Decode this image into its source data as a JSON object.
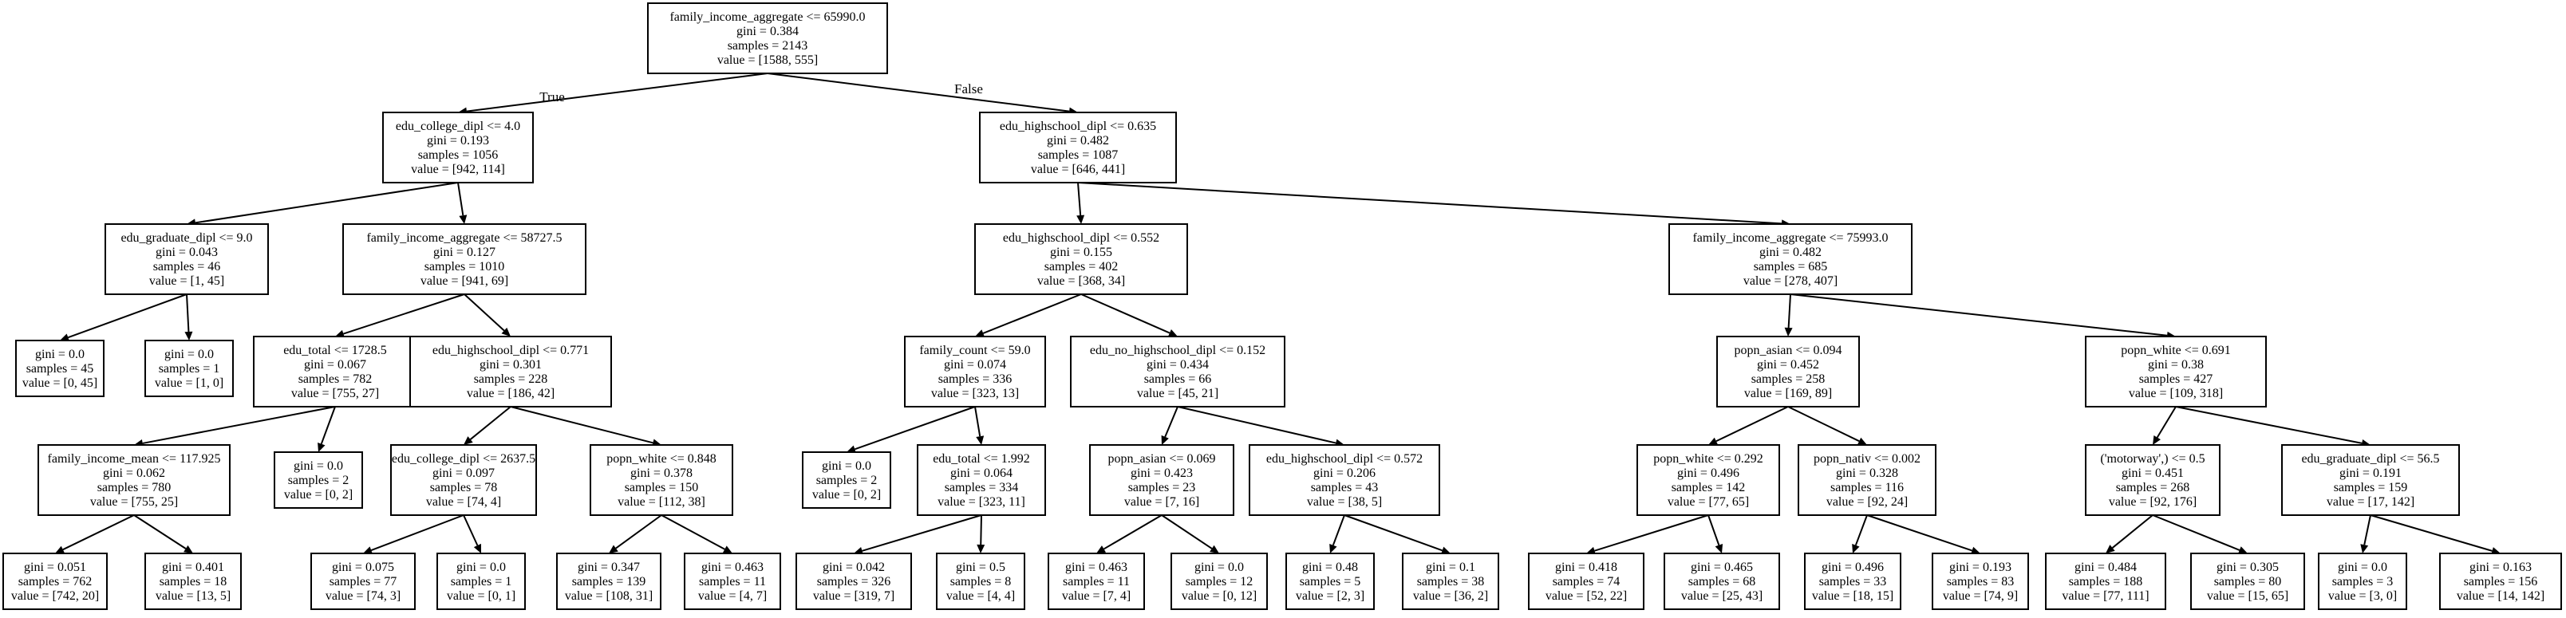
{
  "tree": {
    "edge_labels": {
      "true_label": "True",
      "false_label": "False"
    },
    "nodes": [
      {
        "id": "n0",
        "lines": [
          "family_income_aggregate <= 65990.0",
          "gini = 0.384",
          "samples = 2143",
          "value = [1588, 555]"
        ]
      },
      {
        "id": "n1",
        "lines": [
          "edu_college_dipl <= 4.0",
          "gini = 0.193",
          "samples = 1056",
          "value = [942, 114]"
        ]
      },
      {
        "id": "n2",
        "lines": [
          "edu_highschool_dipl <= 0.635",
          "gini = 0.482",
          "samples = 1087",
          "value = [646, 441]"
        ]
      },
      {
        "id": "n3",
        "lines": [
          "edu_graduate_dipl <= 9.0",
          "gini = 0.043",
          "samples = 46",
          "value = [1, 45]"
        ]
      },
      {
        "id": "n4",
        "lines": [
          "family_income_aggregate <= 58727.5",
          "gini = 0.127",
          "samples = 1010",
          "value = [941, 69]"
        ]
      },
      {
        "id": "n5",
        "lines": [
          "edu_highschool_dipl <= 0.552",
          "gini = 0.155",
          "samples = 402",
          "value = [368, 34]"
        ]
      },
      {
        "id": "n6",
        "lines": [
          "family_income_aggregate <= 75993.0",
          "gini = 0.482",
          "samples = 685",
          "value = [278, 407]"
        ]
      },
      {
        "id": "n7",
        "lines": [
          "gini = 0.0",
          "samples = 45",
          "value = [0, 45]"
        ]
      },
      {
        "id": "n8",
        "lines": [
          "gini = 0.0",
          "samples = 1",
          "value = [1, 0]"
        ]
      },
      {
        "id": "n9",
        "lines": [
          "edu_total <= 1728.5",
          "gini = 0.067",
          "samples = 782",
          "value = [755, 27]"
        ]
      },
      {
        "id": "n10",
        "lines": [
          "edu_highschool_dipl <= 0.771",
          "gini = 0.301",
          "samples = 228",
          "value = [186, 42]"
        ]
      },
      {
        "id": "n11",
        "lines": [
          "family_count <= 59.0",
          "gini = 0.074",
          "samples = 336",
          "value = [323, 13]"
        ]
      },
      {
        "id": "n12",
        "lines": [
          "edu_no_highschool_dipl <= 0.152",
          "gini = 0.434",
          "samples = 66",
          "value = [45, 21]"
        ]
      },
      {
        "id": "n13",
        "lines": [
          "popn_asian <= 0.094",
          "gini = 0.452",
          "samples = 258",
          "value = [169, 89]"
        ]
      },
      {
        "id": "n14",
        "lines": [
          "popn_white <= 0.691",
          "gini = 0.38",
          "samples = 427",
          "value = [109, 318]"
        ]
      },
      {
        "id": "n15",
        "lines": [
          "family_income_mean <= 117.925",
          "gini = 0.062",
          "samples = 780",
          "value = [755, 25]"
        ]
      },
      {
        "id": "n16",
        "lines": [
          "gini = 0.0",
          "samples = 2",
          "value = [0, 2]"
        ]
      },
      {
        "id": "n17",
        "lines": [
          "edu_college_dipl <= 2637.5",
          "gini = 0.097",
          "samples = 78",
          "value = [74, 4]"
        ]
      },
      {
        "id": "n18",
        "lines": [
          "popn_white <= 0.848",
          "gini = 0.378",
          "samples = 150",
          "value = [112, 38]"
        ]
      },
      {
        "id": "n19",
        "lines": [
          "gini = 0.0",
          "samples = 2",
          "value = [0, 2]"
        ]
      },
      {
        "id": "n20",
        "lines": [
          "edu_total <= 1.992",
          "gini = 0.064",
          "samples = 334",
          "value = [323, 11]"
        ]
      },
      {
        "id": "n21",
        "lines": [
          "popn_asian <= 0.069",
          "gini = 0.423",
          "samples = 23",
          "value = [7, 16]"
        ]
      },
      {
        "id": "n22",
        "lines": [
          "edu_highschool_dipl <= 0.572",
          "gini = 0.206",
          "samples = 43",
          "value = [38, 5]"
        ]
      },
      {
        "id": "n23",
        "lines": [
          "popn_white <= 0.292",
          "gini = 0.496",
          "samples = 142",
          "value = [77, 65]"
        ]
      },
      {
        "id": "n24",
        "lines": [
          "popn_nativ <= 0.002",
          "gini = 0.328",
          "samples = 116",
          "value = [92, 24]"
        ]
      },
      {
        "id": "n25",
        "lines": [
          "('motorway',) <= 0.5",
          "gini = 0.451",
          "samples = 268",
          "value = [92, 176]"
        ]
      },
      {
        "id": "n26",
        "lines": [
          "edu_graduate_dipl <= 56.5",
          "gini = 0.191",
          "samples = 159",
          "value = [17, 142]"
        ]
      },
      {
        "id": "n27",
        "lines": [
          "gini = 0.051",
          "samples = 762",
          "value = [742, 20]"
        ]
      },
      {
        "id": "n28",
        "lines": [
          "gini = 0.401",
          "samples = 18",
          "value = [13, 5]"
        ]
      },
      {
        "id": "n29",
        "lines": [
          "gini = 0.075",
          "samples = 77",
          "value = [74, 3]"
        ]
      },
      {
        "id": "n30",
        "lines": [
          "gini = 0.0",
          "samples = 1",
          "value = [0, 1]"
        ]
      },
      {
        "id": "n31",
        "lines": [
          "gini = 0.347",
          "samples = 139",
          "value = [108, 31]"
        ]
      },
      {
        "id": "n32",
        "lines": [
          "gini = 0.463",
          "samples = 11",
          "value = [4, 7]"
        ]
      },
      {
        "id": "n33",
        "lines": [
          "gini = 0.042",
          "samples = 326",
          "value = [319, 7]"
        ]
      },
      {
        "id": "n34",
        "lines": [
          "gini = 0.5",
          "samples = 8",
          "value = [4, 4]"
        ]
      },
      {
        "id": "n35",
        "lines": [
          "gini = 0.463",
          "samples = 11",
          "value = [7, 4]"
        ]
      },
      {
        "id": "n36",
        "lines": [
          "gini = 0.0",
          "samples = 12",
          "value = [0, 12]"
        ]
      },
      {
        "id": "n37",
        "lines": [
          "gini = 0.48",
          "samples = 5",
          "value = [2, 3]"
        ]
      },
      {
        "id": "n38",
        "lines": [
          "gini = 0.1",
          "samples = 38",
          "value = [36, 2]"
        ]
      },
      {
        "id": "n39",
        "lines": [
          "gini = 0.418",
          "samples = 74",
          "value = [52, 22]"
        ]
      },
      {
        "id": "n40",
        "lines": [
          "gini = 0.465",
          "samples = 68",
          "value = [25, 43]"
        ]
      },
      {
        "id": "n41",
        "lines": [
          "gini = 0.496",
          "samples = 33",
          "value = [18, 15]"
        ]
      },
      {
        "id": "n42",
        "lines": [
          "gini = 0.193",
          "samples = 83",
          "value = [74, 9]"
        ]
      },
      {
        "id": "n43",
        "lines": [
          "gini = 0.484",
          "samples = 188",
          "value = [77, 111]"
        ]
      },
      {
        "id": "n44",
        "lines": [
          "gini = 0.305",
          "samples = 80",
          "value = [15, 65]"
        ]
      },
      {
        "id": "n45",
        "lines": [
          "gini = 0.0",
          "samples = 3",
          "value = [3, 0]"
        ]
      },
      {
        "id": "n46",
        "lines": [
          "gini = 0.163",
          "samples = 156",
          "value = [14, 142]"
        ]
      }
    ]
  }
}
